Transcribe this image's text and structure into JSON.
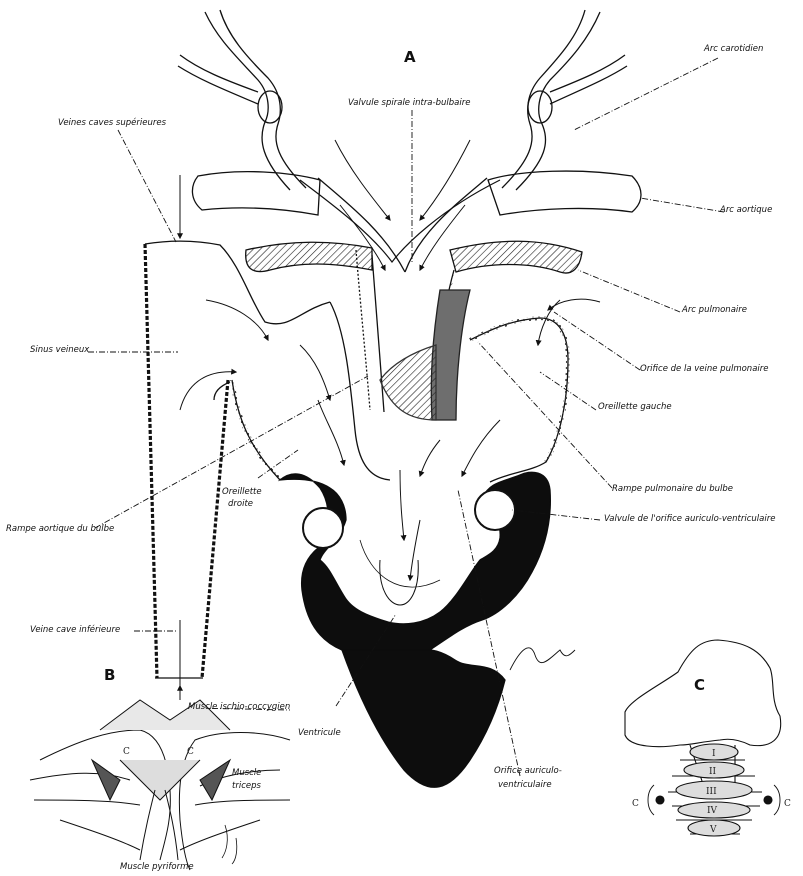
{
  "panels": {
    "a": "A",
    "b": "B",
    "c": "C"
  },
  "labels": {
    "arc_carotidien": "Arc carotidien",
    "valvule_spirale": "Valvule spirale intra-bulbaire",
    "veines_caves_sup": "Veines caves supérieures",
    "arc_aortique": "Arc aortique",
    "arc_pulmonaire": "Arc pulmonaire",
    "sinus_veineux": "Sinus veineux",
    "orifice_veine_pulm": "Orifice de la veine pulmonaire",
    "oreillette_gauche": "Oreillette gauche",
    "rampe_pulm": "Rampe pulmonaire du bulbe",
    "rampe_aortique": "Rampe aortique du bulbe",
    "oreillette_droite_1": "Oreillette",
    "oreillette_droite_2": "droite",
    "valvule_av": "Valvule de l'orifice auriculo-ventriculaire",
    "veine_cave_inf": "Veine cave inférieure",
    "muscle_ischio": "Muscle ischio-coccygien",
    "ventricule": "Ventricule",
    "orifice_av_1": "Orifice auriculo-",
    "orifice_av_2": "ventriculaire",
    "muscle_triceps_1": "Muscle",
    "muscle_triceps_2": "triceps",
    "muscle_pyriforme": "Muscle pyriforme"
  },
  "panel_c_vertebrae": [
    "I",
    "II",
    "III",
    "IV",
    "V"
  ],
  "panel_c_side_marks": [
    "C",
    "C"
  ],
  "panel_b_marks": [
    "C",
    "C"
  ],
  "colors": {
    "ink": "#111111",
    "ventricle_fill": "#0d0d0d",
    "shade": "#6e6e6e"
  }
}
